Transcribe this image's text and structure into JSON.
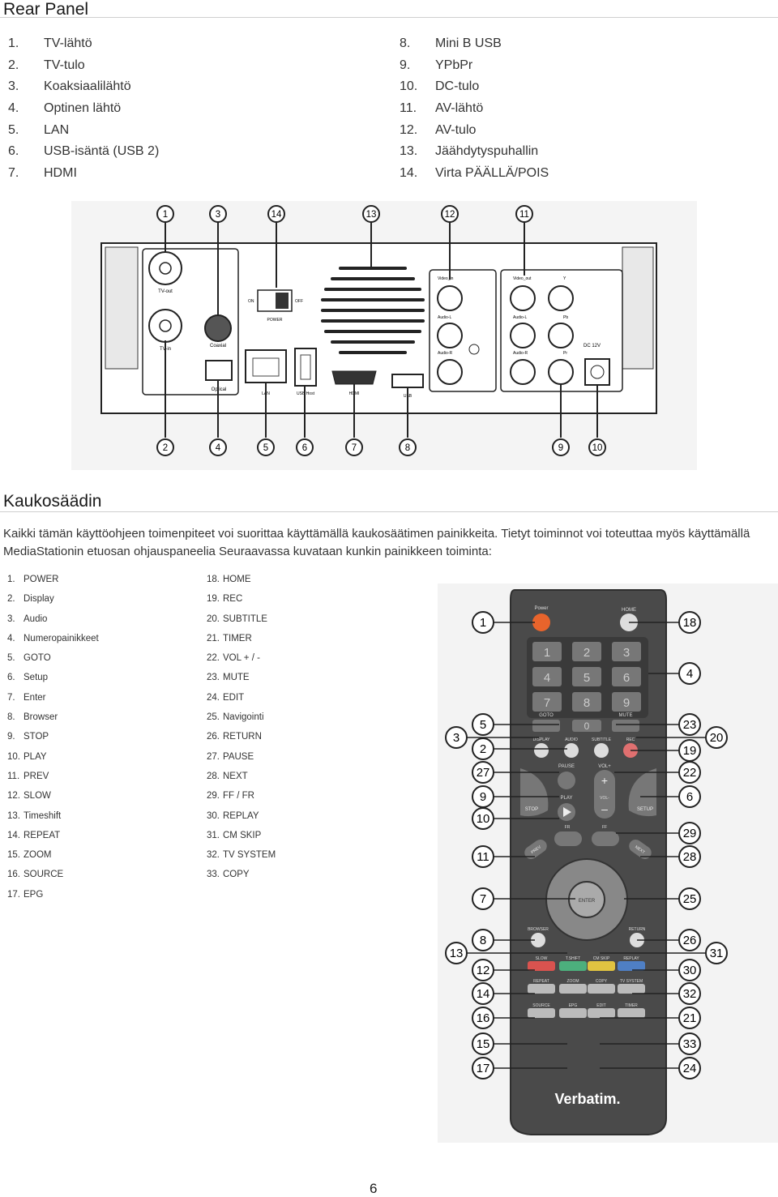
{
  "rear_panel": {
    "title": "Rear Panel",
    "items_left": [
      {
        "num": "1.",
        "label": "TV-lähtö"
      },
      {
        "num": "2.",
        "label": "TV-tulo"
      },
      {
        "num": "3.",
        "label": "Koaksiaalilähtö"
      },
      {
        "num": "4.",
        "label": "Optinen lähtö"
      },
      {
        "num": "5.",
        "label": "LAN"
      },
      {
        "num": "6.",
        "label": "USB-isäntä (USB 2)"
      },
      {
        "num": "7.",
        "label": "HDMI"
      }
    ],
    "items_right": [
      {
        "num": "8.",
        "label": "Mini B USB"
      },
      {
        "num": "9.",
        "label": "YPbPr"
      },
      {
        "num": "10.",
        "label": "DC-tulo"
      },
      {
        "num": "11.",
        "label": "AV-lähtö"
      },
      {
        "num": "12.",
        "label": "AV-tulo"
      },
      {
        "num": "13.",
        "label": "Jäähdytyspuhallin"
      },
      {
        "num": "14.",
        "label": "Virta PÄÄLLÄ/POIS"
      }
    ],
    "callouts_top": [
      "1",
      "3",
      "14",
      "13",
      "12",
      "11"
    ],
    "callouts_bottom": [
      "2",
      "4",
      "5",
      "6",
      "7",
      "8",
      "9",
      "10"
    ],
    "labels": {
      "tv_out": "TV-out",
      "tv_in": "TV-in",
      "coaxial": "Coaxial",
      "optical": "Optical",
      "on": "ON",
      "off": "OFF",
      "power": "POWER",
      "lan": "LAN",
      "usb_host": "USB Host",
      "hdmi": "HDMI",
      "usb": "USB",
      "video_in": "Video_in",
      "audio_l": "Audio-L",
      "audio_r": "Audio-R",
      "video_out": "Video_out",
      "y": "Y",
      "pb": "Pb",
      "pr": "Pr",
      "dc": "DC 12V"
    }
  },
  "remote_section": {
    "title": "Kaukosäädin",
    "paragraph": "Kaikki tämän käyttöohjeen toimenpiteet voi suorittaa käyttämällä kaukosäätimen painikkeita. Tietyt toiminnot voi toteuttaa myös käyttämällä MediaStationin etuosan ohjauspaneelia Seuraavassa kuvataan kunkin painikkeen toiminta:",
    "list_left": [
      {
        "num": "1.",
        "label": "POWER"
      },
      {
        "num": "2.",
        "label": "Display"
      },
      {
        "num": "3.",
        "label": "Audio"
      },
      {
        "num": "4.",
        "label": "Numeropainikkeet"
      },
      {
        "num": "5.",
        "label": "GOTO"
      },
      {
        "num": "6.",
        "label": "Setup"
      },
      {
        "num": "7.",
        "label": "Enter"
      },
      {
        "num": "8.",
        "label": "Browser"
      },
      {
        "num": "9.",
        "label": "STOP"
      },
      {
        "num": "10.",
        "label": "PLAY"
      },
      {
        "num": "11.",
        "label": "PREV"
      },
      {
        "num": "12.",
        "label": "SLOW"
      },
      {
        "num": "13.",
        "label": "Timeshift"
      },
      {
        "num": "14.",
        "label": "REPEAT"
      },
      {
        "num": "15.",
        "label": "ZOOM"
      },
      {
        "num": "16.",
        "label": "SOURCE"
      },
      {
        "num": "17.",
        "label": "EPG"
      }
    ],
    "list_right": [
      {
        "num": "18.",
        "label": "HOME"
      },
      {
        "num": "19.",
        "label": "REC"
      },
      {
        "num": "20.",
        "label": "SUBTITLE"
      },
      {
        "num": "21.",
        "label": "TIMER"
      },
      {
        "num": "22.",
        "label": "VOL + / -"
      },
      {
        "num": "23.",
        "label": "MUTE"
      },
      {
        "num": "24.",
        "label": "EDIT"
      },
      {
        "num": "25.",
        "label": "Navigointi"
      },
      {
        "num": "26.",
        "label": "RETURN"
      },
      {
        "num": "27.",
        "label": "PAUSE"
      },
      {
        "num": "28.",
        "label": "NEXT"
      },
      {
        "num": "29.",
        "label": "FF / FR"
      },
      {
        "num": "30.",
        "label": "REPLAY"
      },
      {
        "num": "31.",
        "label": "CM SKIP"
      },
      {
        "num": "32.",
        "label": "TV SYSTEM"
      },
      {
        "num": "33.",
        "label": "COPY"
      }
    ],
    "remote": {
      "brand": "Verbatim.",
      "power": "Power",
      "home": "HOME",
      "goto": "GOTO",
      "mute": "MUTE",
      "display": "DISPLAY",
      "audio": "AUDIO",
      "subtitle": "SUBTITLE",
      "rec": "REC",
      "pause": "PAUSE",
      "vol_plus": "VOL+",
      "vol_minus": "VOL-",
      "play": "PLAY",
      "stop": "STOP",
      "setup": "SETUP",
      "fr": "FR",
      "ff": "FF",
      "prev": "PREV",
      "next": "NEXT",
      "enter": "ENTER",
      "browser": "BROWSER",
      "return": "RETURN",
      "slow": "SLOW",
      "tshift": "T.SHIFT",
      "cm_skip": "CM SKIP",
      "replay": "REPLAY",
      "repeat": "REPEAT",
      "zoom": "ZOOM",
      "copy": "COPY",
      "tv_system": "TV SYSTEM",
      "source": "SOURCE",
      "epg": "EPG",
      "edit": "EDIT",
      "timer": "TIMER",
      "digits": [
        "1",
        "2",
        "3",
        "4",
        "5",
        "6",
        "7",
        "8",
        "9",
        "0"
      ],
      "colors": {
        "body": "#4a4a4a",
        "slow": "#d9534f",
        "tshift": "#4caf7d",
        "cmskip": "#e0c341",
        "replay": "#4f7fc4",
        "power_btn": "#e8642c"
      }
    },
    "callouts_left": [
      "1",
      "5",
      "3",
      "2",
      "27",
      "9",
      "10",
      "11",
      "7",
      "8",
      "13",
      "12",
      "14",
      "16",
      "15",
      "17"
    ],
    "callouts_right": [
      "18",
      "4",
      "23",
      "20",
      "19",
      "22",
      "6",
      "29",
      "28",
      "25",
      "26",
      "31",
      "30",
      "32",
      "21",
      "33",
      "24"
    ]
  },
  "page_number": "6"
}
